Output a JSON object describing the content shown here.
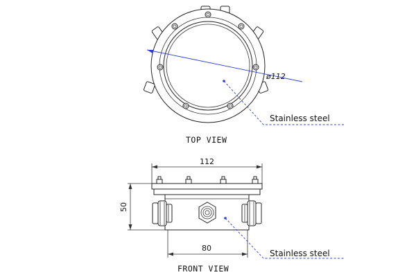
{
  "top_view": {
    "title": "TOP VIEW",
    "diameter_label": "ø112",
    "material_label": "Stainless steel"
  },
  "front_view": {
    "title": "FRONT VIEW",
    "width_label": "112",
    "height_label": "50",
    "base_label": "80",
    "material_label": "Stainless steel"
  },
  "colors": {
    "dimension_line": "#2d3fd0",
    "outline": "#222222"
  }
}
